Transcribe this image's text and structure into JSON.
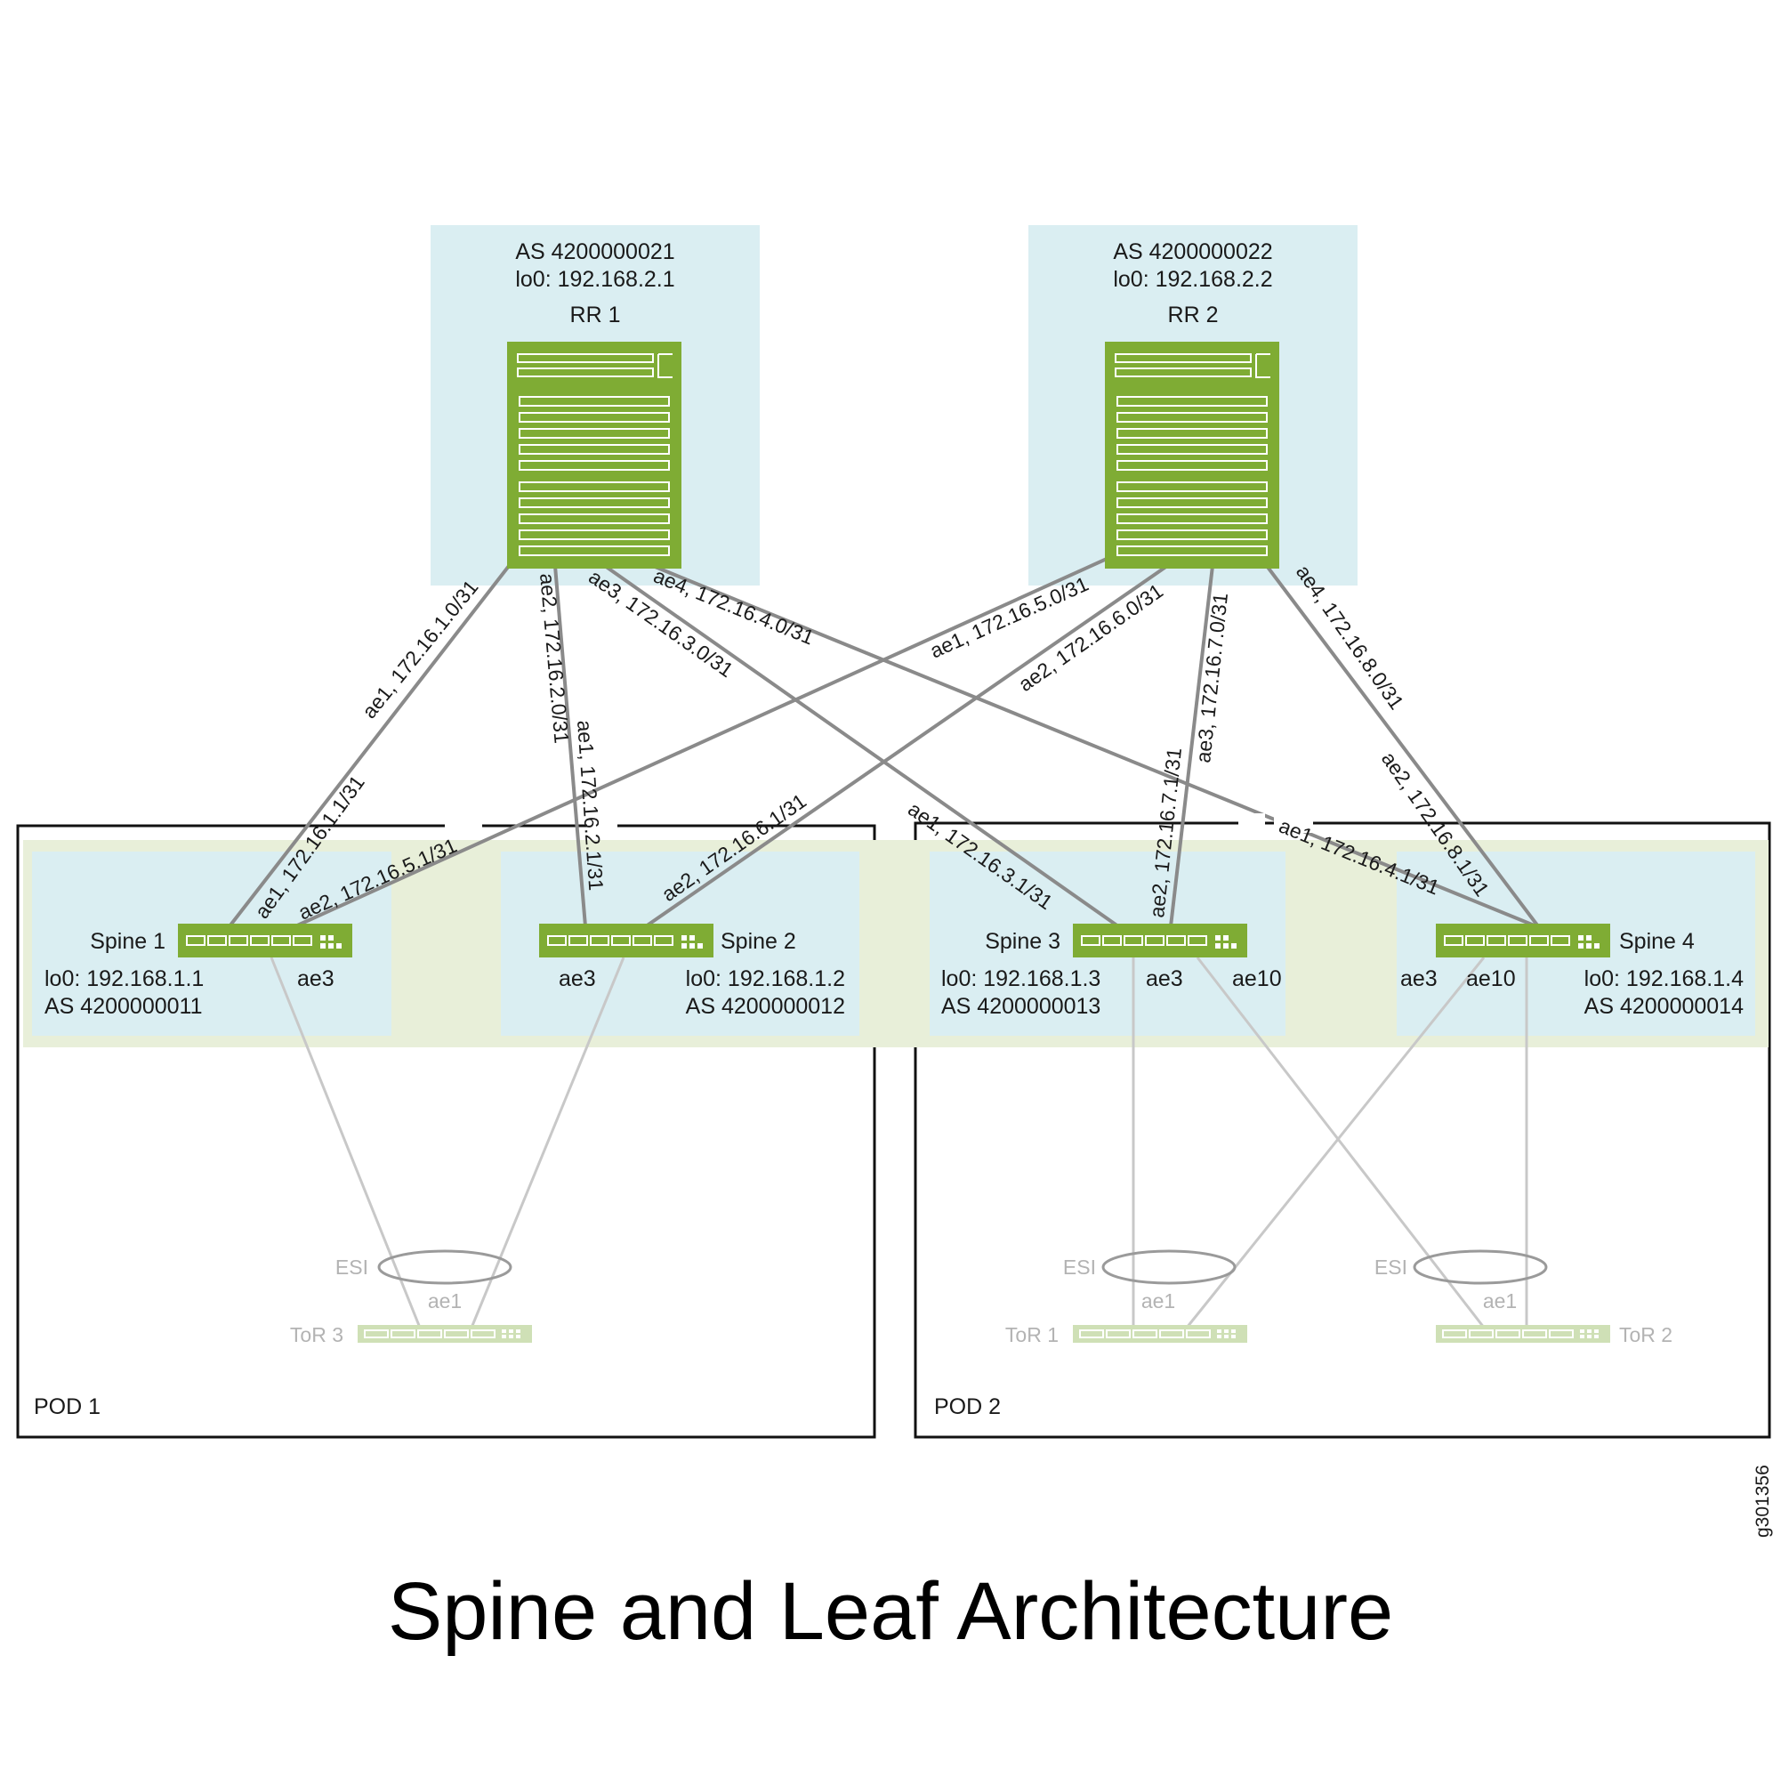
{
  "rr1": {
    "as": "AS 4200000021",
    "lo0": "lo0: 192.168.2.1",
    "name": "RR 1"
  },
  "rr2": {
    "as": "AS 4200000022",
    "lo0": "lo0: 192.168.2.2",
    "name": "RR 2"
  },
  "spines": [
    {
      "name": "Spine 1",
      "lo0": "lo0: 192.168.1.1",
      "as": "AS 4200000011"
    },
    {
      "name": "Spine 2",
      "lo0": "lo0: 192.168.1.2",
      "as": "AS 4200000012"
    },
    {
      "name": "Spine 3",
      "lo0": "lo0: 192.168.1.3",
      "as": "AS 4200000013"
    },
    {
      "name": "Spine 4",
      "lo0": "lo0: 192.168.1.4",
      "as": "AS 4200000014"
    }
  ],
  "links": {
    "rr1_ae1": "ae1, 172.16.1.0/31",
    "rr1_ae2": "ae2, 172.16.2.0/31",
    "rr1_ae3": "ae3, 172.16.3.0/31",
    "rr1_ae4": "ae4, 172.16.4.0/31",
    "rr2_ae1": "ae1, 172.16.5.0/31",
    "rr2_ae2": "ae2, 172.16.6.0/31",
    "rr2_ae3": "ae3, 172.16.7.0/31",
    "rr2_ae4": "ae4, 172.16.8.0/31",
    "s1_ae1": "ae1, 172.16.1.1/31",
    "s1_ae2": "ae2, 172.16.5.1/31",
    "s2_ae1": "ae1, 172.16.2.1/31",
    "s2_ae2": "ae2, 172.16.6.1/31",
    "s3_ae1": "ae1, 172.16.3.1/31",
    "s3_ae2": "ae2, 172.16.7.1/31",
    "s4_ae1": "ae1, 172.16.4.1/31",
    "s4_ae2": "ae2, 172.16.8.1/31"
  },
  "ports": {
    "ae3": "ae3",
    "ae10": "ae10"
  },
  "esi": "ESI",
  "tor_ae": "ae1",
  "tors": {
    "tor1": "ToR 1",
    "tor2": "ToR 2",
    "tor3": "ToR 3"
  },
  "pods": {
    "pod1": "POD 1",
    "pod2": "POD 2"
  },
  "figure_id": "g301356",
  "title": "Spine and Leaf Architecture"
}
